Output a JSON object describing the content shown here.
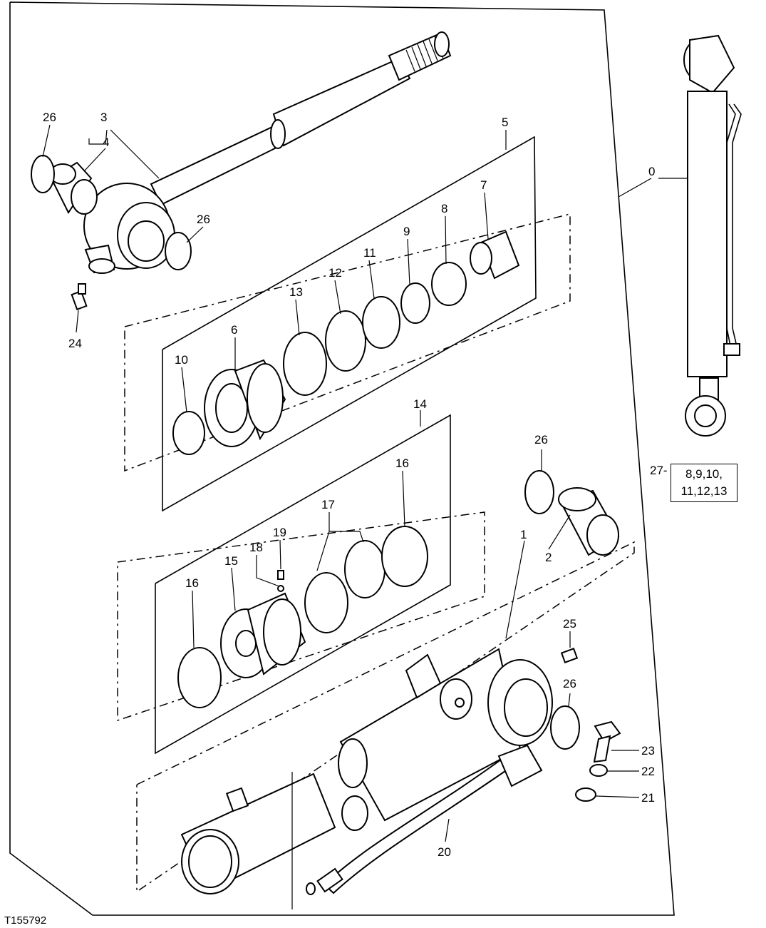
{
  "figure_id": "T155792",
  "kit_callout": {
    "number": "27-",
    "line1": "8,9,10,",
    "line2": "11,12,13"
  },
  "callouts": {
    "c0": "0",
    "c1": "1",
    "c2": "2",
    "c3": "3",
    "c4": "4",
    "c5": "5",
    "c6": "6",
    "c7": "7",
    "c8": "8",
    "c9": "9",
    "c10a": "10",
    "c11": "11",
    "c12": "12",
    "c13": "13",
    "c14": "14",
    "c15": "15",
    "c16a": "16",
    "c16b": "16",
    "c17": "17",
    "c18": "18",
    "c19": "19",
    "c20": "20",
    "c21": "21",
    "c22": "22",
    "c23": "23",
    "c24": "24",
    "c25": "25",
    "c26a": "26",
    "c26b": "26",
    "c26c": "26",
    "c26d": "26"
  }
}
